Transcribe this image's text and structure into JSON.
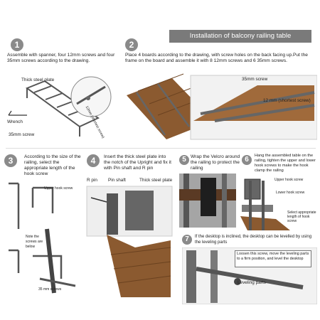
{
  "header": {
    "title": "Installation  of balcony railing table"
  },
  "step1": {
    "number": "1",
    "text": "Assemble with spanner, four 12mm screws and four 35mm screws according to the drawing.",
    "labels": {
      "plate": "Thick steel plate",
      "wrench": "Wrench",
      "screw35": "35mm screw",
      "screw12": "12mm (shortest screw)"
    }
  },
  "step2": {
    "number": "2",
    "text": "Place 4 boards according to the drawing, with screw holes on the back facing up.Put the frame on the board and assemble it with 8 12mm screws and 6 35mm screws.",
    "labels": {
      "screw35": "35mm screw",
      "screw12": "12 mm (shortest screw)"
    }
  },
  "step3": {
    "number": "3",
    "text": "According to the size of the railing, select the appropriate length of the hook screw",
    "labels": {
      "upper": "Upper hook screw",
      "note": "Note the screws are below",
      "screw35": "35 mm screws"
    }
  },
  "step4": {
    "number": "4",
    "text": "Insert the thick steel plate into the notch of the Upright and fix it with Pin shaft and R pin",
    "labels": {
      "rpin": "R pin",
      "pinshaft": "Pin shaft",
      "plate": "Thick steel plate"
    }
  },
  "step5": {
    "number": "5",
    "text": "Wrap the Velcro around the railing to protect the railing"
  },
  "step6": {
    "number": "6",
    "text": "Hang the assembled table on the railing, tighten the upper and lower hook screws to make the hook clamp the railing",
    "labels": {
      "upper": "Upper hook screw",
      "lower": "Lower hook screw",
      "select": "Select appropriate length of hook screw"
    }
  },
  "step7": {
    "number": "7",
    "text": "If the desktop is inclined, the desktop can be levelled by using the leveling parts",
    "callout": "Loosen this screw, move the leveling parts to a firm position, and level the desktop",
    "labels": {
      "leveling": "Leveling parts"
    }
  }
}
